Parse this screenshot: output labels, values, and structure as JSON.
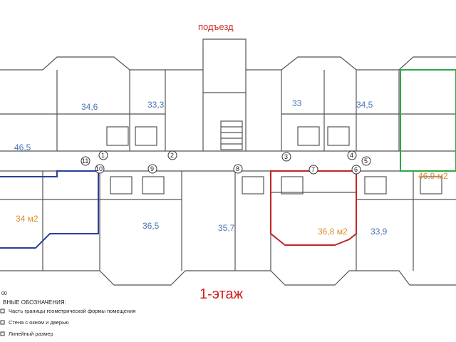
{
  "header": {
    "entrance_label": "подъезд"
  },
  "footer": {
    "floor_label": "1-этаж",
    "scale_fragment": "00"
  },
  "legend": {
    "title": "ВНЫЕ ОБОЗНАЧЕНИЯ:",
    "items": [
      "Часть границы геометрической формы помещения",
      "Стена с окном и дверью",
      "Линейный размер"
    ]
  },
  "apartments": [
    {
      "area": "34,6",
      "style": "blue"
    },
    {
      "area": "33,3",
      "style": "blue"
    },
    {
      "area": "33",
      "style": "blue"
    },
    {
      "area": "34,5",
      "style": "blue"
    },
    {
      "area": "46,5",
      "style": "blue"
    },
    {
      "area": "46,9 м2",
      "style": "orange"
    },
    {
      "area": "34 м2",
      "style": "orange"
    },
    {
      "area": "36,5",
      "style": "blue"
    },
    {
      "area": "35,7",
      "style": "blue"
    },
    {
      "area": "36,8 м2",
      "style": "orange"
    },
    {
      "area": "33,9",
      "style": "blue"
    }
  ],
  "axis_markers": [
    "1",
    "2",
    "3",
    "4",
    "5",
    "6",
    "7",
    "8",
    "9",
    "10",
    "11"
  ],
  "colors": {
    "blue_outline": "#2a3f9a",
    "red_outline": "#c02525",
    "green_outline": "#2aa845",
    "wall": "#555555",
    "area_blue": "#4a74b5",
    "area_orange": "#e08a2a"
  }
}
